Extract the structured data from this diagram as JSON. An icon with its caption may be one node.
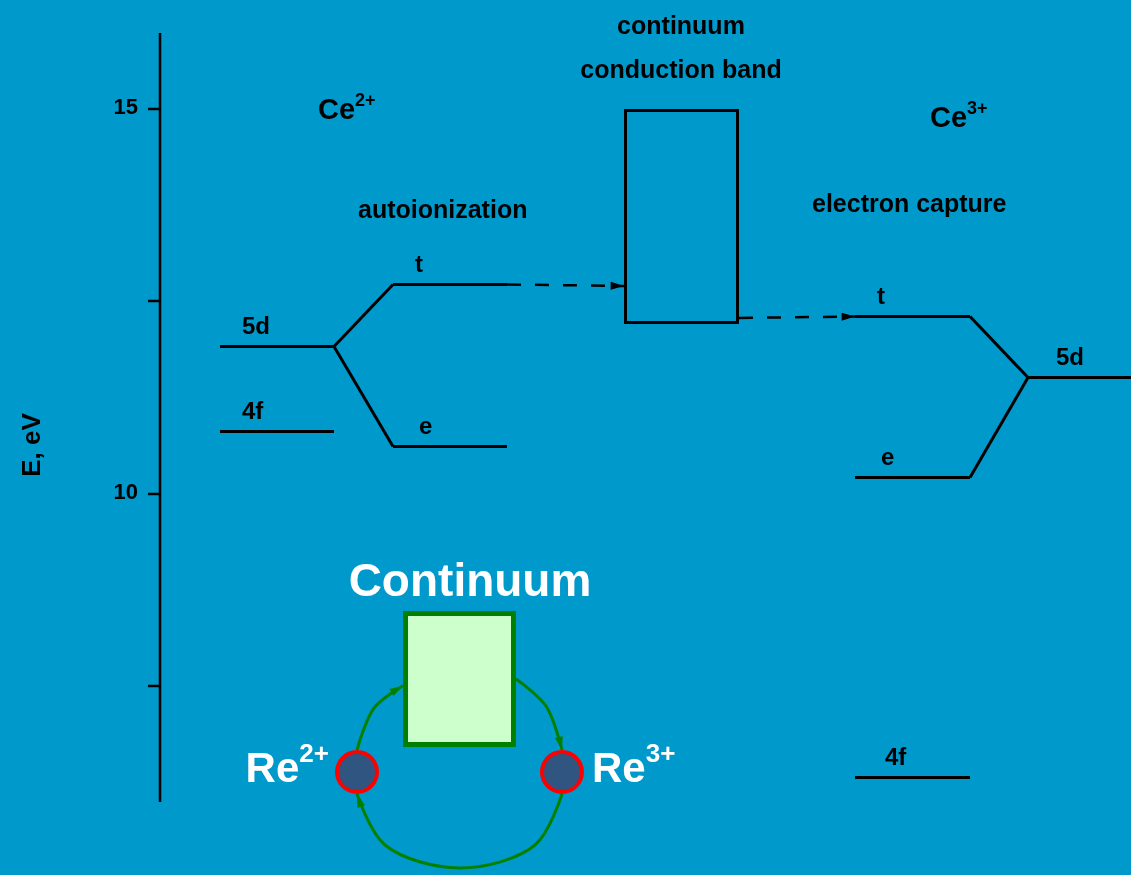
{
  "diagram": {
    "nodes": [
      {
        "text": [
          "continuum conduction band"
        ]
      },
      {
        "text": [
          "5d"
        ]
      },
      {
        "text": [
          "4f"
        ]
      },
      {
        "text": [
          "t"
        ]
      },
      {
        "text": [
          "e"
        ]
      },
      {
        "text": [
          "t"
        ]
      },
      {
        "text": [
          "e"
        ]
      },
      {
        "text": [
          "5d"
        ]
      },
      {
        "text": [
          "4f"
        ]
      },
      {
        "text": [
          "Continuum"
        ]
      },
      {
        "text": [
          "Re$^{2+}$"
        ]
      },
      {
        "text": [
          "Re$^{3+}$"
        ]
      }
    ],
    "edges": [
      {
        "from": 3,
        "to": 0,
        "arrow": "to",
        "style": "dashed"
      },
      {
        "from": 0,
        "to": 5,
        "arrow": "to",
        "style": "dashed"
      },
      {
        "from": 1,
        "to": 3,
        "arrow": "none"
      },
      {
        "from": 1,
        "to": 4,
        "arrow": "none"
      },
      {
        "from": 7,
        "to": 5,
        "arrow": "none"
      },
      {
        "from": 7,
        "to": 6,
        "arrow": "none"
      },
      {
        "from": 10,
        "to": 9,
        "arrow": "to",
        "color": "#008000"
      },
      {
        "from": 9,
        "to": 11,
        "arrow": "to",
        "color": "#008000"
      },
      {
        "from": 11,
        "to": 10,
        "arrow": "to",
        "color": "#008000"
      }
    ],
    "labels": [
      "15",
      "10",
      "E, eV",
      "Ce$^{2+}$",
      "autoionization",
      "Ce$^{3+}$",
      "electron capture"
    ]
  }
}
